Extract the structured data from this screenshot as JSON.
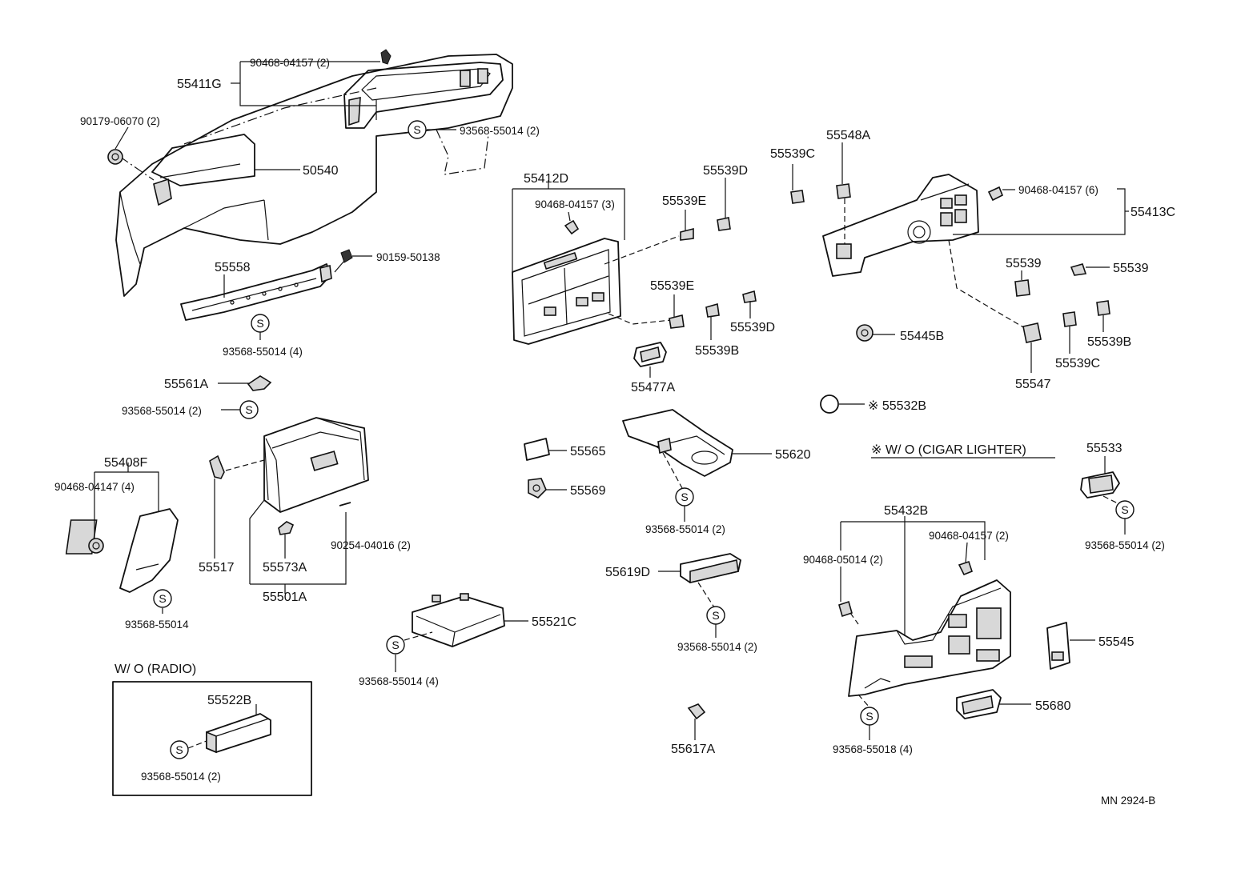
{
  "labels": {
    "p_55411G": "55411G",
    "p_90468_04157_2a": "90468-04157 (2)",
    "p_90179_06070": "90179-06070 (2)",
    "p_93568_55014_2a": "93568-55014 (2)",
    "p_50540": "50540",
    "p_90159_50138": "90159-50138",
    "p_55558": "55558",
    "p_93568_55014_4a": "93568-55014 (4)",
    "p_55561A": "55561A",
    "p_93568_55014_2b": "93568-55014 (2)",
    "p_55408F": "55408F",
    "p_90468_04147": "90468-04147 (4)",
    "p_93568_55014": "93568-55014",
    "p_55517": "55517",
    "p_55573A": "55573A",
    "p_90254_04016": "90254-04016 (2)",
    "p_55501A": "55501A",
    "wo_radio": "W/ O (RADIO)",
    "p_55522B": "55522B",
    "p_93568_55014_2c": "93568-55014 (2)",
    "p_55521C": "55521C",
    "p_93568_55014_4b": "93568-55014 (4)",
    "p_55412D": "55412D",
    "p_90468_04157_3": "90468-04157 (3)",
    "p_55539E_a": "55539E",
    "p_55539D_a": "55539D",
    "p_55539E_b": "55539E",
    "p_55539B_a": "55539B",
    "p_55539D_b": "55539D",
    "p_55477A": "55477A",
    "p_55565": "55565",
    "p_55569": "55569",
    "p_55620": "55620",
    "p_93568_55014_2d": "93568-55014 (2)",
    "p_55619D": "55619D",
    "p_93568_55014_2e": "93568-55014 (2)",
    "p_55617A": "55617A",
    "p_55539C_a": "55539C",
    "p_55548A": "55548A",
    "p_90468_04157_6": "90468-04157 (6)",
    "p_55413C": "55413C",
    "p_55539_a": "55539",
    "p_55539_b": "55539",
    "p_55445B": "55445B",
    "p_55547": "55547",
    "p_55539C_b": "55539C",
    "p_55539B_b": "55539B",
    "p_55532B": "※ 55532B",
    "wo_cigar": "※ W/ O (CIGAR  LIGHTER)",
    "p_55533": "55533",
    "p_93568_55014_2f": "93568-55014 (2)",
    "p_55432B": "55432B",
    "p_90468_05014": "90468-05014 (2)",
    "p_90468_04157_2b": "90468-04157 (2)",
    "p_55545": "55545",
    "p_55680": "55680",
    "p_93568_55018": "93568-55018 (4)",
    "drawing_no": "MN  2924-B",
    "s_mark": "S"
  }
}
